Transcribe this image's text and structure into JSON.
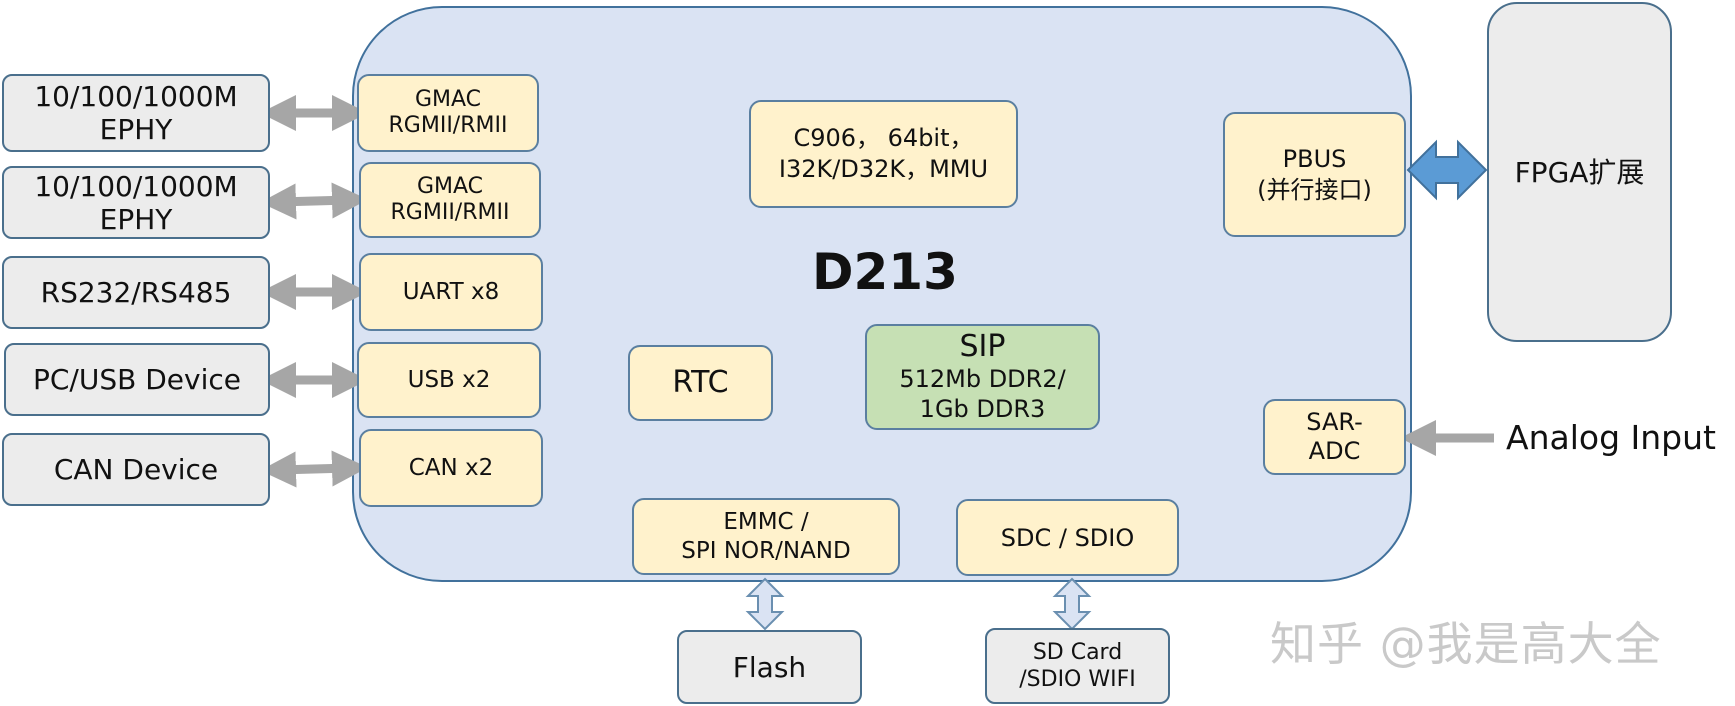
{
  "chip": {
    "name": "D213",
    "cpu": [
      "C906， 64bit，",
      "I32K/D32K，MMU"
    ],
    "rtc": "RTC",
    "sip": {
      "title": "SIP",
      "lines": [
        "512Mb DDR2/",
        "1Gb DDR3"
      ]
    },
    "gmac1": [
      "GMAC",
      "RGMII/RMII"
    ],
    "gmac2": [
      "GMAC",
      "RGMII/RMII"
    ],
    "uart": "UART x8",
    "usb": "USB x2",
    "can": "CAN x2",
    "emmc": [
      "EMMC /",
      "SPI NOR/NAND"
    ],
    "sdc": "SDC / SDIO",
    "pbus": [
      "PBUS",
      "(并行接口)"
    ],
    "saradc": [
      "SAR-",
      "ADC"
    ]
  },
  "external": {
    "ephy1": [
      "10/100/1000M",
      "EPHY"
    ],
    "ephy2": [
      "10/100/1000M",
      "EPHY"
    ],
    "rs": "RS232/RS485",
    "pcusb": "PC/USB Device",
    "can_device": "CAN Device",
    "flash": "Flash",
    "sdcard": [
      "SD Card",
      "/SDIO WIFI"
    ],
    "fpga": "FPGA扩展",
    "analog": "Analog Input"
  },
  "watermark": "知乎 @我是高大全",
  "colors": {
    "chip_fill": "#dae3f3",
    "module_fill": "#fff2cc",
    "sip_fill": "#c6e0b4",
    "external_fill": "#ececec",
    "gray_arrow": "#a6a6a6",
    "blue_arrow": "#5b9bd5"
  }
}
